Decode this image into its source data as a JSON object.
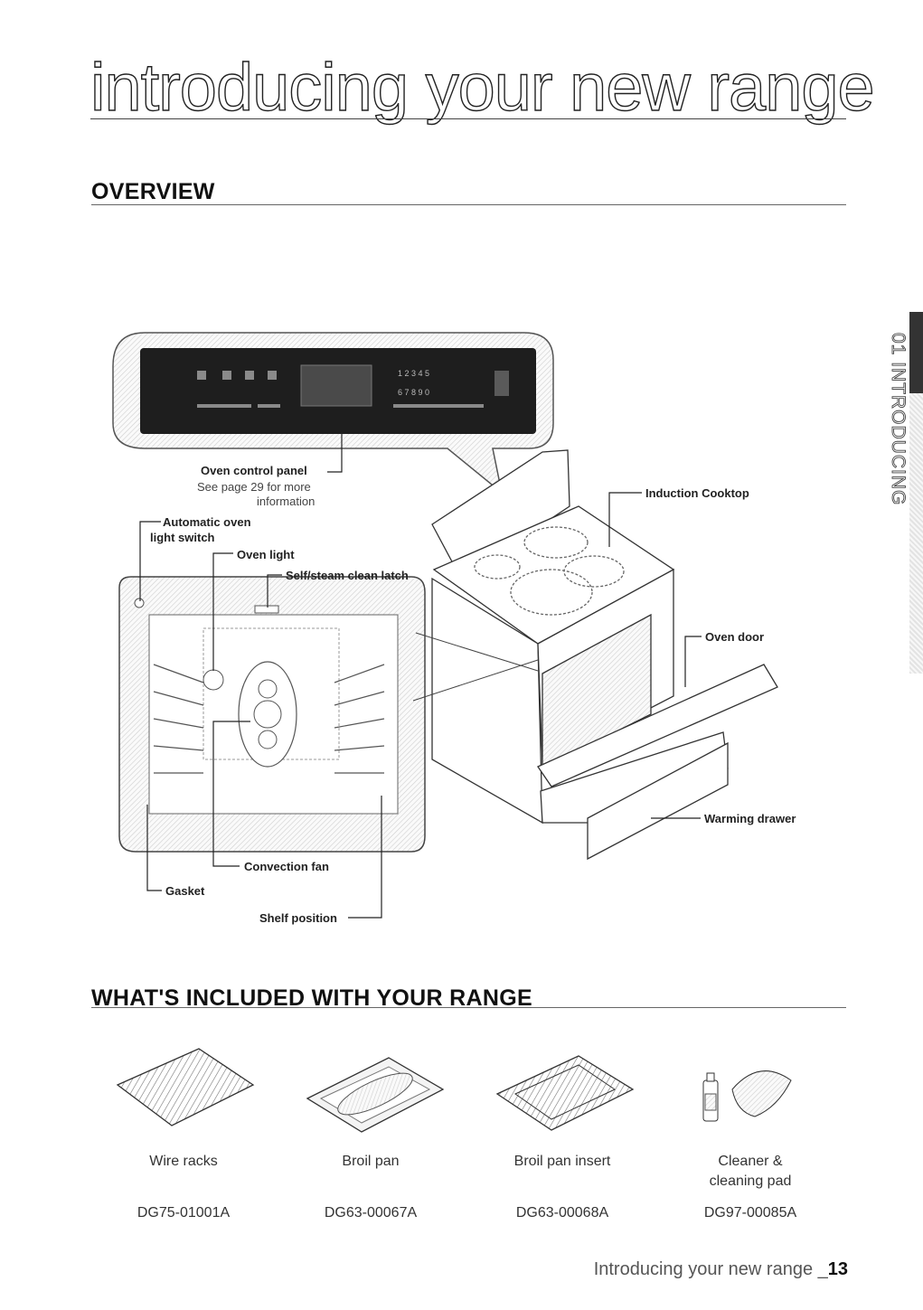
{
  "page": {
    "title": "introducing your new range",
    "side_tab": "01 INTRODUCING",
    "footer_text": "Introducing your new range _",
    "footer_page": "13"
  },
  "overview": {
    "heading": "OVERVIEW",
    "labels": {
      "control_panel": "Oven control panel",
      "control_panel_note_1": "See page 29 for more",
      "control_panel_note_2": "information",
      "auto_light_1": "Automatic oven",
      "auto_light_2": "light switch",
      "oven_light": "Oven light",
      "latch": "Self/steam clean latch",
      "cooktop": "Induction Cooktop",
      "oven_door": "Oven door",
      "warming_drawer": "Warming drawer",
      "convection_fan": "Convection fan",
      "gasket": "Gasket",
      "shelf_position": "Shelf position"
    }
  },
  "included": {
    "heading": "WHAT'S INCLUDED WITH YOUR RANGE",
    "items": [
      {
        "name": "Wire racks",
        "name2": "",
        "code": "DG75-01001A",
        "icon": "wire-rack-icon"
      },
      {
        "name": "Broil pan",
        "name2": "",
        "code": "DG63-00067A",
        "icon": "broil-pan-icon"
      },
      {
        "name": "Broil pan insert",
        "name2": "",
        "code": "DG63-00068A",
        "icon": "broil-pan-insert-icon"
      },
      {
        "name": "Cleaner &",
        "name2": "cleaning pad",
        "code": "DG97-00085A",
        "icon": "cleaner-icon"
      }
    ]
  }
}
